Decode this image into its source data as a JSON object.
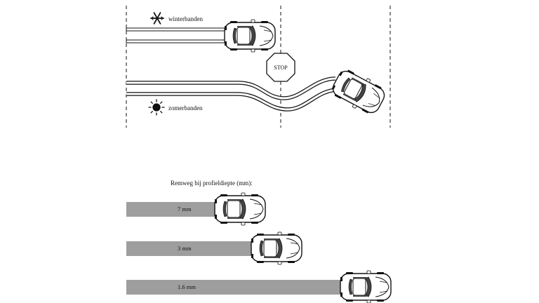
{
  "top_panel": {
    "winter_label": "winterbanden",
    "summer_label": "zomerbanden",
    "stop_sign": "STOP",
    "winter_icon": "snowflake-icon",
    "summer_icon": "sun-icon"
  },
  "bottom_panel": {
    "title": "Remweg bij profieldiepte (mm):",
    "bars": [
      {
        "label": "7 mm",
        "depth_mm": 7
      },
      {
        "label": "3 mm",
        "depth_mm": 3
      },
      {
        "label": "1.6 mm",
        "depth_mm": 1.6
      }
    ]
  },
  "colors": {
    "bar": "#9e9e9e",
    "line": "#111111",
    "car_body": "#ffffff"
  }
}
